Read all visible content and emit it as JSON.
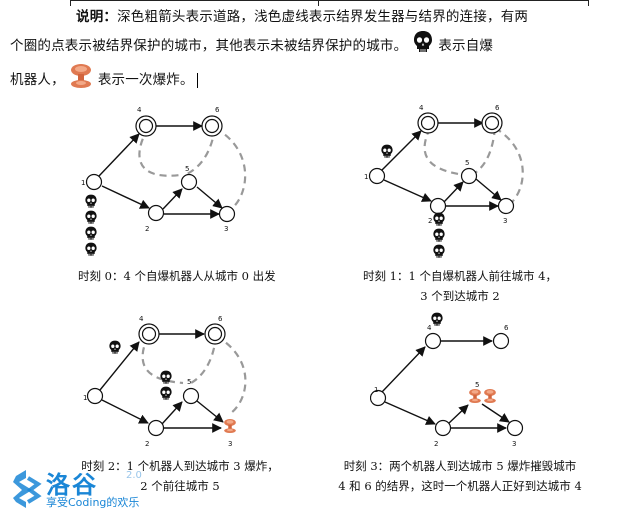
{
  "legend": {
    "label": "说明：",
    "text_line1": "深色粗箭头表示道路，浅色虚线表示结界发生器与结界的连接，有两",
    "text_line2": "个圈的点表示被结界保护的城市，其他表示未被结界保护的城市。",
    "skull_suffix": "表示自爆",
    "text_line3_a": "机器人，",
    "explosion_suffix": "表示一次爆炸。"
  },
  "panels": [
    {
      "caption_lines": [
        "时刻 0：4 个自爆机器人从城市 0 出发"
      ],
      "nodes": [
        {
          "id": "1",
          "label": "1",
          "protected": false
        },
        {
          "id": "2",
          "label": "2",
          "protected": false
        },
        {
          "id": "3",
          "label": "3",
          "protected": false
        },
        {
          "id": "4",
          "label": "4",
          "protected": true
        },
        {
          "id": "5",
          "label": "5",
          "protected": false
        },
        {
          "id": "6",
          "label": "6",
          "protected": true
        }
      ]
    },
    {
      "caption_lines": [
        "时刻 1：1 个自爆机器人前往城市 4，",
        "3 个到达城市 2"
      ],
      "nodes": [
        {
          "id": "1",
          "label": "1",
          "protected": false
        },
        {
          "id": "2",
          "label": "2",
          "protected": false
        },
        {
          "id": "3",
          "label": "3",
          "protected": false
        },
        {
          "id": "4",
          "label": "4",
          "protected": true
        },
        {
          "id": "5",
          "label": "5",
          "protected": false
        },
        {
          "id": "6",
          "label": "6",
          "protected": true
        }
      ]
    },
    {
      "caption_lines": [
        "时刻 2：1 个机器人到达城市 3 爆炸，",
        "2 个前往城市 5"
      ],
      "nodes": [
        {
          "id": "1",
          "label": "1",
          "protected": false
        },
        {
          "id": "2",
          "label": "2",
          "protected": false
        },
        {
          "id": "3",
          "label": "3",
          "protected": false
        },
        {
          "id": "4",
          "label": "4",
          "protected": true
        },
        {
          "id": "5",
          "label": "5",
          "protected": false
        },
        {
          "id": "6",
          "label": "6",
          "protected": true
        }
      ]
    },
    {
      "caption_lines": [
        "时刻 3：两个机器人到达城市 5 爆炸摧毁城市",
        "4 和 6 的结界，这时一个机器人正好到达城市 4"
      ],
      "nodes": [
        {
          "id": "1",
          "label": "1",
          "protected": false
        },
        {
          "id": "2",
          "label": "2",
          "protected": false
        },
        {
          "id": "3",
          "label": "3",
          "protected": false
        },
        {
          "id": "4",
          "label": "4",
          "protected": false
        },
        {
          "id": "5",
          "label": "5",
          "protected": false
        },
        {
          "id": "6",
          "label": "6",
          "protected": false
        }
      ]
    }
  ],
  "watermark": {
    "title": "洛谷",
    "subtitle": "享受Coding的欢乐",
    "version": "2.0"
  },
  "colors": {
    "road": "#111111",
    "barrier": "#999999",
    "explosion": "#d9704a",
    "brand": "#1a86d6"
  },
  "icons": [
    "skull-icon",
    "explosion-icon",
    "luogu-logo-icon"
  ]
}
